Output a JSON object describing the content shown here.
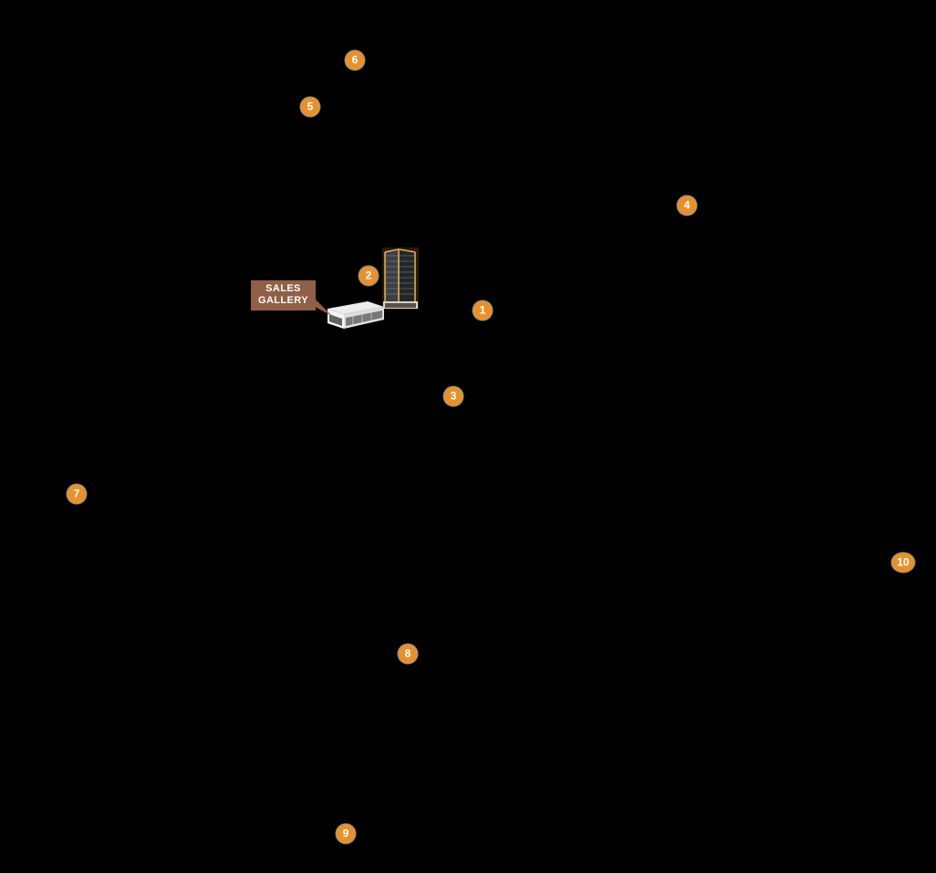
{
  "page": {
    "background_color": "#000000"
  },
  "map": {
    "colors": {
      "marker_fill": "#E8912C",
      "marker_text": "#FFFFFF",
      "tag_background": "#8F6045",
      "tag_text": "#FFFFFF"
    },
    "markers": [
      {
        "label": "1"
      },
      {
        "label": "2"
      },
      {
        "label": "3"
      },
      {
        "label": "4"
      },
      {
        "label": "5"
      },
      {
        "label": "6"
      },
      {
        "label": "7"
      },
      {
        "label": "8"
      },
      {
        "label": "9"
      },
      {
        "label": "10"
      }
    ],
    "sales_gallery_tag": {
      "line1": "SALES",
      "line2": "GALLERY"
    }
  }
}
